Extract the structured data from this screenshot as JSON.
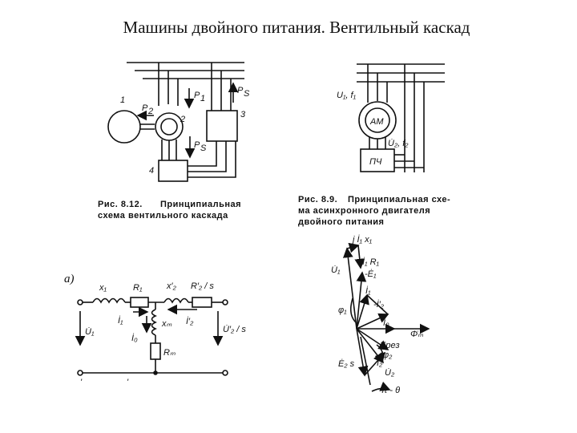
{
  "title": "Машины двойного питания. Вентильный каскад",
  "fig1": {
    "caption_num": "Рис. 8.12.",
    "caption_line1": "Принципиальная",
    "caption_line2": "схема вентильного каскада",
    "labels": {
      "n1": "1",
      "n2": "2",
      "n3": "3",
      "n4": "4",
      "p1": "P",
      "p1_sub": "1",
      "p2": "P",
      "p2_sub": "2",
      "ps_lower": "P",
      "ps_lower_sub": "S",
      "ps_upper": "P",
      "ps_upper_sub": "S"
    }
  },
  "fig2": {
    "caption_num": "Рис. 8.9.",
    "caption_line1": "Принципиальная схе-",
    "caption_line2": "ма асинхронного двигателя",
    "caption_line3": "двойного питания",
    "labels": {
      "u1f1": "U₁, f₁",
      "am": "АМ",
      "u2f2": "U̇₂, f₂",
      "pch": "ПЧ"
    }
  },
  "fig3": {
    "labels": {
      "a": "а)",
      "x1": "x₁",
      "r1": "R₁",
      "x2": "x′₂",
      "r2s": "R′₂ / s",
      "i1": "İ₁",
      "i2": "İ′₂",
      "xm": "xₘ",
      "rm": "Rₘ",
      "i0": "İ₀",
      "u1": "U̇₁",
      "u2s": "U̇′₂ / s",
      "tick1": "'",
      "tick2": "'"
    }
  },
  "fig4": {
    "labels": {
      "jix": "j İ₁ x₁",
      "ir": "İ₁ R₁",
      "u1": "U̇₁",
      "me1": "-Ė₁",
      "i1": "İ₁",
      "mi2": "-İ′₂",
      "phi1": "φ₁",
      "i0": "İ₀",
      "phim": "Φ̇ₘ",
      "eres": "Eрез",
      "phi2": "φ₂",
      "i2": "İ₂",
      "e2s": "Ė₂ s",
      "u2": "U̇₂",
      "ang": "π - θ"
    }
  }
}
